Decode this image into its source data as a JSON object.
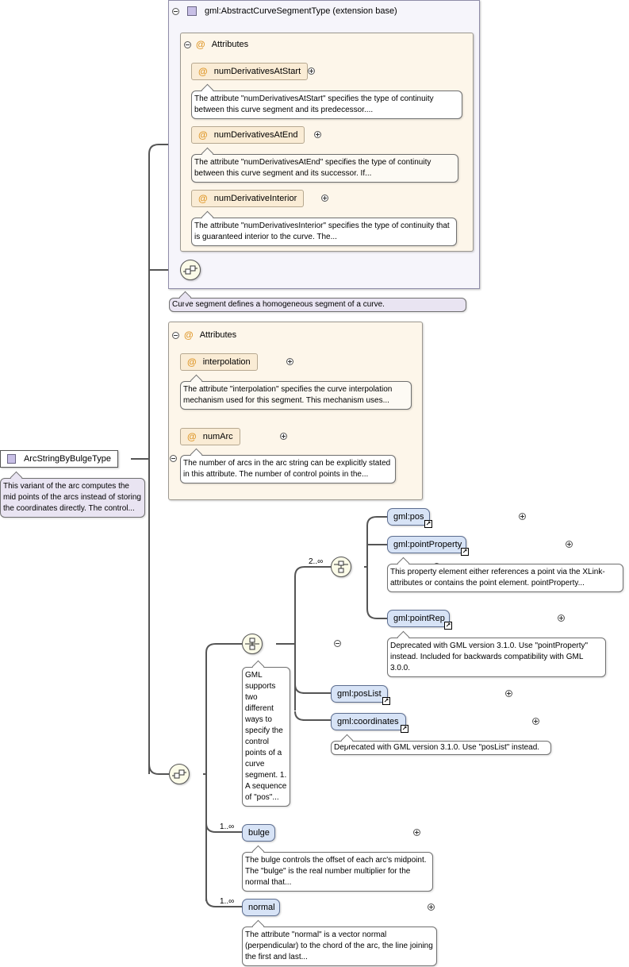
{
  "root": {
    "name": "ArcStringByBulgeType",
    "desc": "This variant of the arc computes the mid points of the arcs instead of storing the coordinates directly. The control..."
  },
  "base": {
    "title": "gml:AbstractCurveSegmentType (extension base)",
    "attributes_title": "Attributes",
    "attributes": [
      {
        "name": "numDerivativesAtStart",
        "desc": "The attribute \"numDerivativesAtStart\" specifies the type of continuity between this curve segment and its predecessor...."
      },
      {
        "name": "numDerivativesAtEnd",
        "desc": "The attribute \"numDerivativesAtEnd\" specifies the type of continuity between this curve segment and its successor. If..."
      },
      {
        "name": "numDerivativeInterior",
        "desc": "The attribute \"numDerivativesInterior\" specifies the type of continuity that is guaranteed interior to the curve. The..."
      }
    ],
    "desc": "Curve segment defines a homogeneous segment of a curve."
  },
  "own_attributes": {
    "title": "Attributes",
    "items": [
      {
        "name": "interpolation",
        "desc": "The attribute \"interpolation\" specifies the curve interpolation mechanism used for this segment. This mechanism uses..."
      },
      {
        "name": "numArc",
        "desc": "The number of arcs in the arc string can be explicitly stated in this attribute. The number of control points in the..."
      }
    ]
  },
  "choice": {
    "desc": "GML supports two different ways to specify the control points of a curve segment. 1. A sequence of \"pos\"...",
    "inner_occurrence": "2..∞",
    "inner_elements": [
      {
        "name": "gml:pos"
      },
      {
        "name": "gml:pointProperty",
        "desc": "This property element either references a point via the XLink-attributes or contains the point element. pointProperty..."
      },
      {
        "name": "gml:pointRep",
        "desc": "Deprecated with GML version 3.1.0. Use \"pointProperty\" instead. Included for backwards compatibility with GML 3.0.0."
      }
    ],
    "elements": [
      {
        "name": "gml:posList"
      },
      {
        "name": "gml:coordinates",
        "desc": "Deprecated with GML version 3.1.0. Use \"posList\" instead."
      }
    ]
  },
  "bulge": {
    "name": "bulge",
    "occurrence": "1..∞",
    "desc": "The bulge controls the offset of each arc's midpoint. The \"bulge\" is the real number multiplier for the normal that..."
  },
  "normal": {
    "name": "normal",
    "occurrence": "1..∞",
    "desc": "The attribute \"normal\" is a vector normal (perpendicular) to the chord of the arc, the line joining the first and last..."
  },
  "colors": {
    "line": "#555555",
    "base_bg": "#f6f5fb",
    "attr_group_bg": "#fdf6ea",
    "attr_box_bg": "#faecd5",
    "element_bg": "#d7e3f6",
    "desc_purple": "#e9e4f2",
    "compositor_bg": "#fbfbe8",
    "attr_icon": "#e09a2e"
  },
  "icons": [
    "collapse-icon",
    "expand-icon",
    "attribute-icon",
    "type-icon",
    "sequence-icon",
    "choice-icon",
    "reference-arrow-icon"
  ]
}
